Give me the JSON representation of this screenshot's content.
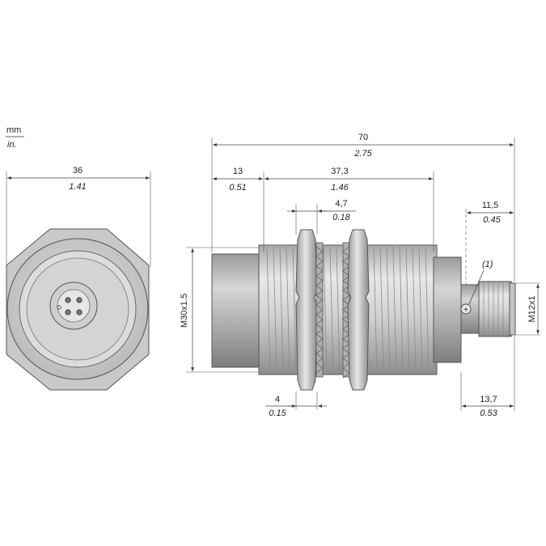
{
  "units": {
    "primary": "mm",
    "secondary": "in."
  },
  "dimensions": {
    "front_width": {
      "mm": "36",
      "in": "1.41"
    },
    "overall_length": {
      "mm": "70",
      "in": "2.75"
    },
    "head_length": {
      "mm": "13",
      "in": "0.51"
    },
    "thread_length": {
      "mm": "37,3",
      "in": "1.46"
    },
    "nut_thickness": {
      "mm": "4,7",
      "in": "0.18"
    },
    "connector_length": {
      "mm": "11,5",
      "in": "0.45"
    },
    "nut_offset": {
      "mm": "4",
      "in": "0.15"
    },
    "rear_length": {
      "mm": "13,7",
      "in": "0.53"
    }
  },
  "thread_labels": {
    "body": "M30x1.5",
    "connector": "M12x1"
  },
  "callout": "(1)",
  "colors": {
    "body_light": "#e4e4e4",
    "body_mid": "#bdbdbd",
    "body_dark": "#8c8c8c",
    "outline": "#555555"
  }
}
